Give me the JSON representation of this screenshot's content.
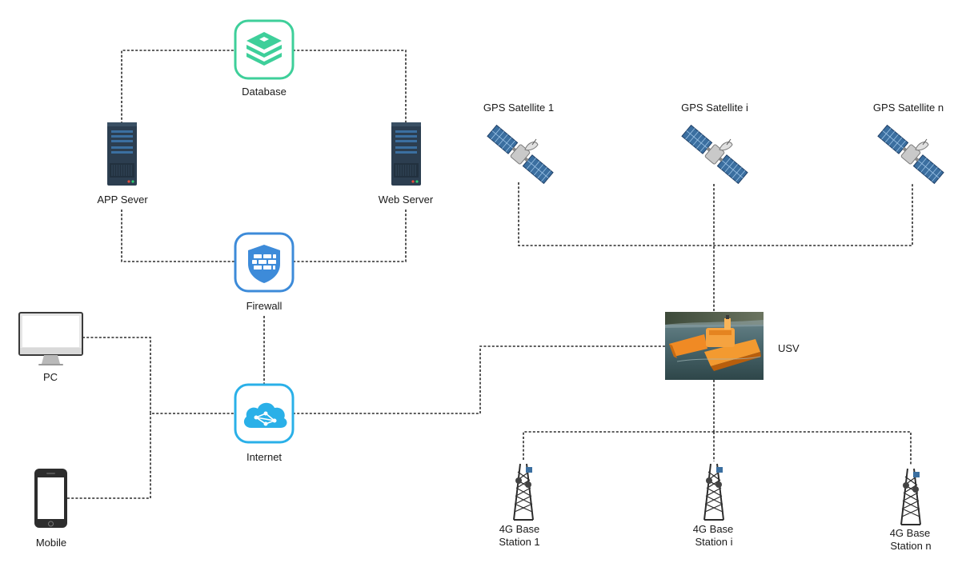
{
  "nodes": {
    "database": {
      "label": "Database",
      "icon": "database-icon"
    },
    "app_server": {
      "label": "APP Sever",
      "icon": "server-icon"
    },
    "web_server": {
      "label": "Web Server",
      "icon": "server-icon"
    },
    "firewall": {
      "label": "Firewall",
      "icon": "firewall-shield-icon"
    },
    "internet": {
      "label": "Internet",
      "icon": "cloud-icon"
    },
    "pc": {
      "label": "PC",
      "icon": "desktop-monitor-icon"
    },
    "mobile": {
      "label": "Mobile",
      "icon": "smartphone-icon"
    },
    "usv": {
      "label": "USV",
      "icon": "usv-boat-photo"
    },
    "satellites": [
      {
        "label": "GPS Satellite 1",
        "icon": "satellite-icon"
      },
      {
        "label": "GPS Satellite i",
        "icon": "satellite-icon"
      },
      {
        "label": "GPS Satellite n",
        "icon": "satellite-icon"
      }
    ],
    "base_stations": [
      {
        "label_line1": "4G Base",
        "label_line2": "Station 1",
        "icon": "cell-tower-icon"
      },
      {
        "label_line1": "4G Base",
        "label_line2": "Station i",
        "icon": "cell-tower-icon"
      },
      {
        "label_line1": "4G Base",
        "label_line2": "Station n",
        "icon": "cell-tower-icon"
      }
    ]
  },
  "colors": {
    "database_accent": "#3ecf9a",
    "firewall_accent": "#3d8bd9",
    "internet_accent": "#2ab0e8",
    "server_body": "#2c3e50",
    "server_panel": "#3b6fa0",
    "connector": "#2b2b2b"
  }
}
